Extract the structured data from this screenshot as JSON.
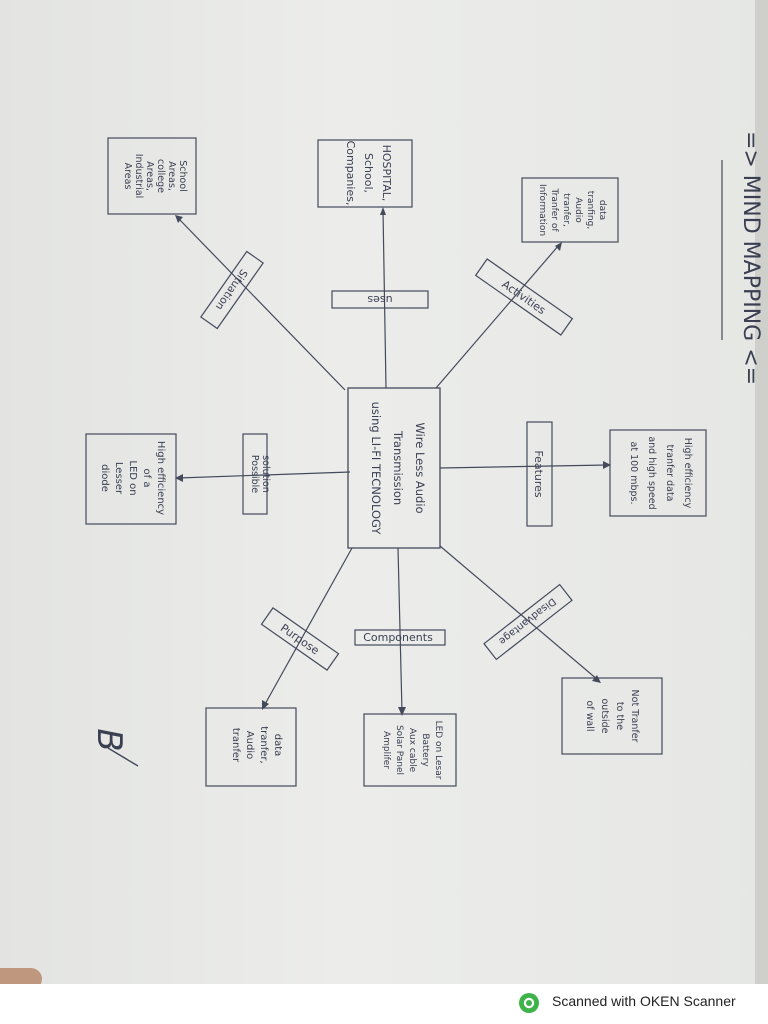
{
  "title": "=> MIND MAPPING <=",
  "center_lines": [
    "Wire Less Audio",
    "Transmission",
    "using LI-FI TECNOLOGY"
  ],
  "branches": [
    {
      "key": "uses",
      "label": "uses",
      "box_lines": [
        "HOSPITAL,",
        "School,",
        "Companies,"
      ]
    },
    {
      "key": "activities",
      "label": "Activities",
      "box_lines": [
        "data",
        "tranfing,",
        "Audio",
        "tranfer,",
        "Tranfer of",
        "Information"
      ]
    },
    {
      "key": "features",
      "label": "Features",
      "box_lines": [
        "High efficiency",
        "tranfer data",
        "and high speed",
        "at 100 mbps."
      ]
    },
    {
      "key": "disadvantages",
      "label": "Disadvantage",
      "box_lines": [
        "Not Tranfer",
        "to the",
        "outside",
        "of wall"
      ]
    },
    {
      "key": "components",
      "label": "Components",
      "box_lines": [
        "LED on Lesar",
        "Battery",
        "Aux cable",
        "Solar Panel",
        "Amplifer"
      ]
    },
    {
      "key": "purpose",
      "label": "Purpose",
      "box_lines": [
        "data",
        "tranfer,",
        "Audio",
        "tranfer"
      ]
    },
    {
      "key": "possible_solution",
      "label_lines": [
        "Possible",
        "solution"
      ],
      "box_lines": [
        "High efficiency",
        "of a",
        "LED on",
        "Lesser",
        "diode"
      ]
    },
    {
      "key": "situation",
      "label": "Situation",
      "box_lines": [
        "School",
        "Areas,",
        "college",
        "Areas,",
        "Industrial",
        "Areas"
      ]
    }
  ],
  "signature": "B",
  "footer": {
    "text": "Scanned with OKEN Scanner"
  }
}
